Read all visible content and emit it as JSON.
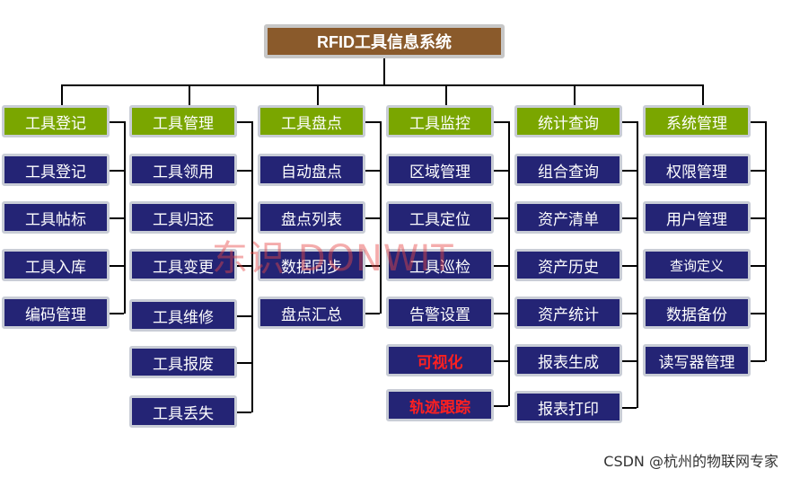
{
  "root": "RFID工具信息系统",
  "columns": [
    {
      "header": "工具登记",
      "items": [
        "工具登记",
        "工具帖标",
        "工具入库",
        "编码管理"
      ]
    },
    {
      "header": "工具管理",
      "items": [
        "工具领用",
        "工具归还",
        "工具变更",
        "工具维修",
        "工具报废",
        "工具丢失"
      ]
    },
    {
      "header": "工具盘点",
      "items": [
        "自动盘点",
        "盘点列表",
        "数据同步",
        "盘点汇总"
      ]
    },
    {
      "header": "工具监控",
      "items": [
        "区域管理",
        "工具定位",
        "工具巡检",
        "告警设置",
        "可视化",
        "轨迹跟踪"
      ]
    },
    {
      "header": "统计查询",
      "items": [
        "组合查询",
        "资产清单",
        "资产历史",
        "资产统计",
        "报表生成",
        "报表打印"
      ]
    },
    {
      "header": "系统管理",
      "items": [
        "权限管理",
        "用户管理",
        "查询定义",
        "数据备份",
        "读写器管理"
      ]
    }
  ],
  "watermark": "东识 DONWIT",
  "credit": "CSDN @杭州的物联网专家",
  "colors": {
    "root": "#8a5a2b",
    "header": "#7aa600",
    "item": "#242475",
    "highlight_text": "#ff2020"
  }
}
